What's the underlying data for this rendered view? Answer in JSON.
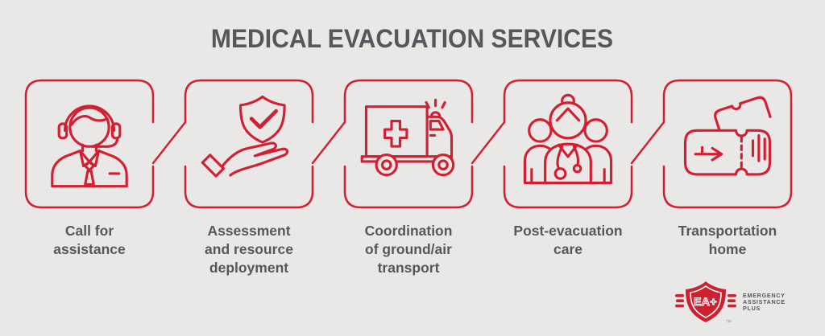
{
  "title": "MEDICAL EVACUATION SERVICES",
  "steps": [
    {
      "label": "Call for\nassistance",
      "icon": "call-agent-icon"
    },
    {
      "label": "Assessment\nand resource\ndeployment",
      "icon": "hand-shield-icon"
    },
    {
      "label": "Coordination\nof ground/air\ntransport",
      "icon": "ambulance-icon"
    },
    {
      "label": "Post-evacuation\ncare",
      "icon": "care-team-icon"
    },
    {
      "label": "Transportation\nhome",
      "icon": "ticket-icon"
    }
  ],
  "logo": {
    "shield_text": "EA+",
    "lines": [
      "EMERGENCY",
      "ASSISTANCE",
      "PLUS"
    ],
    "trademark": "TM"
  },
  "colors": {
    "background": "#e9e8e6",
    "line_red": "#d31f32",
    "logo_red": "#cd2130",
    "text_gray": "#54585d"
  }
}
